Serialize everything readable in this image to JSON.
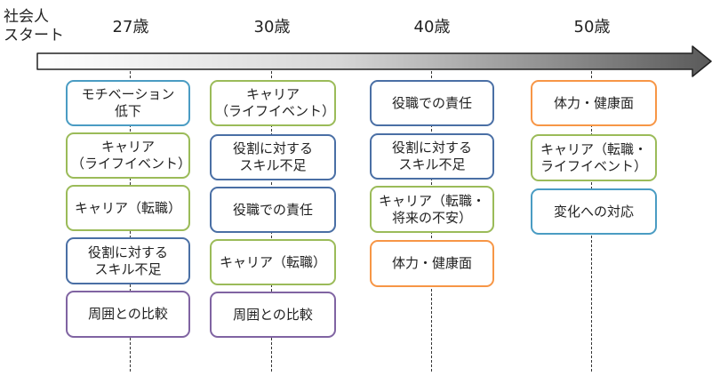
{
  "start_label": {
    "line1": "社会人",
    "line2": "スタート"
  },
  "ages": [
    "27歳",
    "30歳",
    "40歳",
    "50歳"
  ],
  "colors": {
    "blue": "#4A9CC3",
    "green": "#9BBB59",
    "navy": "#4A6FA5",
    "purple": "#8064A2",
    "orange": "#F79646"
  },
  "columns": [
    {
      "items": [
        {
          "text": "モチベーション\n低下",
          "color": "blue"
        },
        {
          "text": "キャリア\n（ライフイベント）",
          "color": "green"
        },
        {
          "text": "キャリア（転職）",
          "color": "green"
        },
        {
          "text": "役割に対する\nスキル不足",
          "color": "navy"
        },
        {
          "text": "周囲との比較",
          "color": "purple"
        }
      ]
    },
    {
      "items": [
        {
          "text": "キャリア\n（ライフイベント）",
          "color": "green"
        },
        {
          "text": "役割に対する\nスキル不足",
          "color": "navy"
        },
        {
          "text": "役職での責任",
          "color": "navy"
        },
        {
          "text": "キャリア（転職）",
          "color": "green"
        },
        {
          "text": "周囲との比較",
          "color": "purple"
        }
      ]
    },
    {
      "items": [
        {
          "text": "役職での責任",
          "color": "navy"
        },
        {
          "text": "役割に対する\nスキル不足",
          "color": "navy"
        },
        {
          "text": "キャリア（転職・\n将来の不安）",
          "color": "green"
        },
        {
          "text": "体力・健康面",
          "color": "orange"
        }
      ]
    },
    {
      "items": [
        {
          "text": "体力・健康面",
          "color": "orange"
        },
        {
          "text": "キャリア（転職・\nライフイベント）",
          "color": "green"
        },
        {
          "text": "変化への対応",
          "color": "blue"
        }
      ]
    }
  ]
}
